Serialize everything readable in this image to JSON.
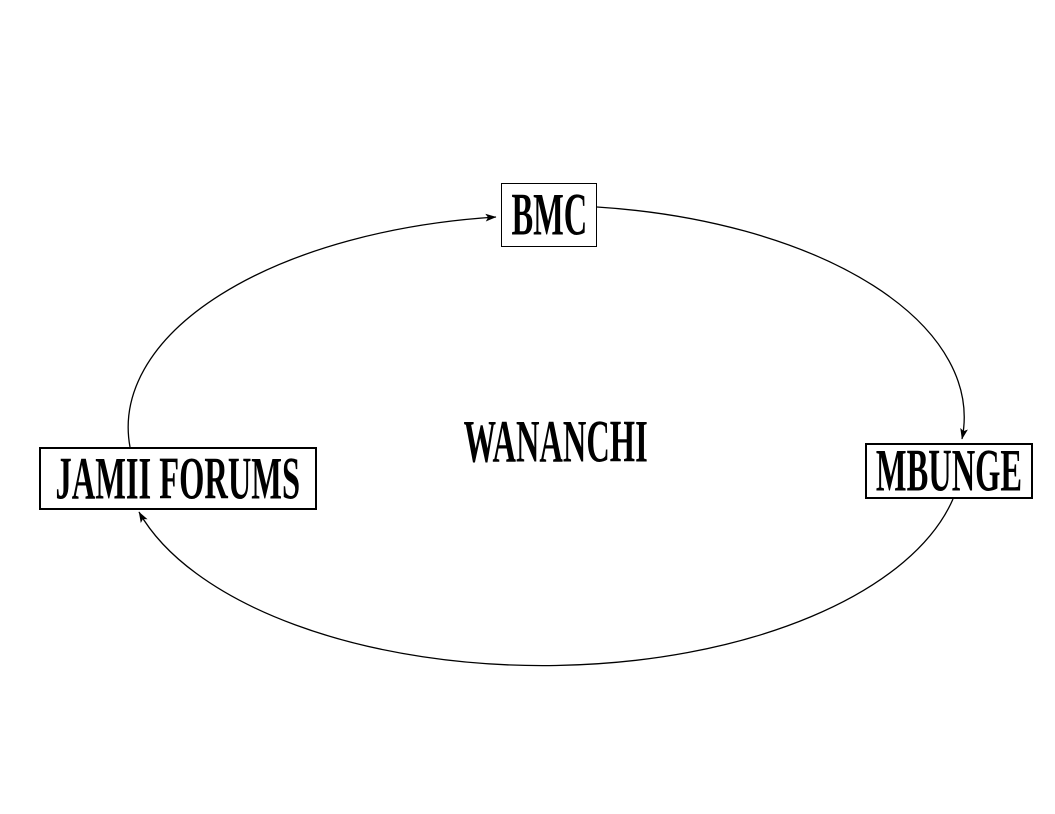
{
  "diagram": {
    "type": "cycle-diagram",
    "nodes": {
      "bmc": {
        "label": "BMC"
      },
      "mbunge": {
        "label": "MBUNGE"
      },
      "jamii_forums": {
        "label": "JAMII FORUMS"
      }
    },
    "center_label": "WANANCHI",
    "edges": [
      {
        "from": "JAMII FORUMS",
        "to": "BMC",
        "direction": "up-right along left of ellipse"
      },
      {
        "from": "BMC",
        "to": "MBUNGE",
        "direction": "down-right along top-right of ellipse"
      },
      {
        "from": "MBUNGE",
        "to": "JAMII FORUMS",
        "direction": "down-left along bottom of ellipse"
      }
    ],
    "colors": {
      "line": "#000000",
      "box_border": "#000000",
      "text": "#000000",
      "background": "#ffffff"
    }
  }
}
